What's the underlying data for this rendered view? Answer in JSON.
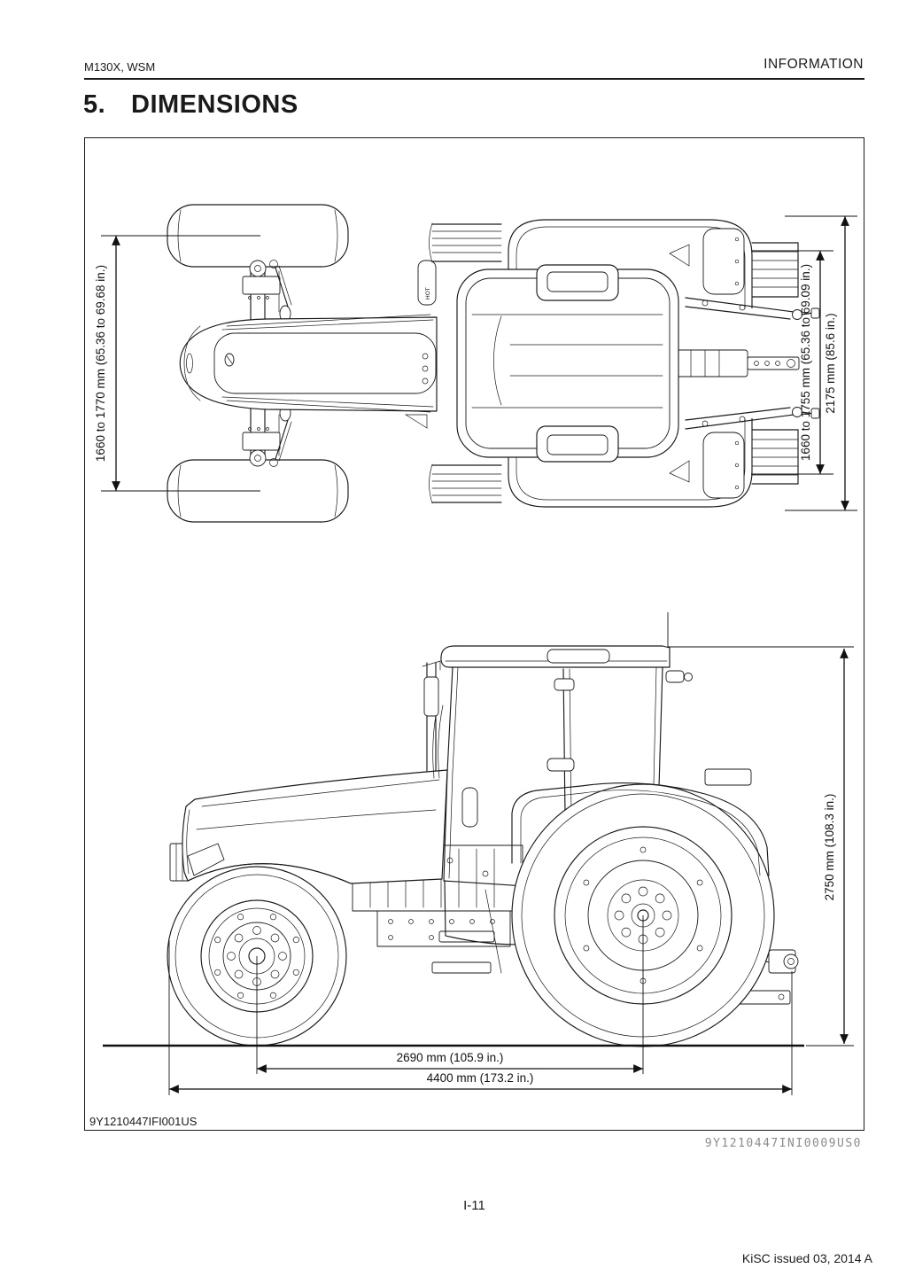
{
  "page": {
    "header_left": "M130X, WSM",
    "header_right": "INFORMATION",
    "title_no": "5.",
    "title_text": "DIMENSIONS",
    "figure_code": "9Y1210447IFI001US",
    "doc_code": "9Y1210447INI0009US0",
    "page_number": "I-11",
    "issue_note": "KiSC issued 03, 2014 A"
  },
  "figure": {
    "description": "Tractor dimension line drawing: top view and left side view",
    "hot_label": "HOT",
    "dims": {
      "front_tread": "1660 to 1770 mm (65.36 to 69.68 in.)",
      "rear_tread": "1660 to 1755 mm (65.36 to 69.09 in.)",
      "overall_width": "2175 mm (85.6 in.)",
      "overall_height": "2750 mm (108.3 in.)",
      "wheelbase": "2690 mm (105.9 in.)",
      "overall_length": "4400 mm (173.2 in.)"
    }
  }
}
